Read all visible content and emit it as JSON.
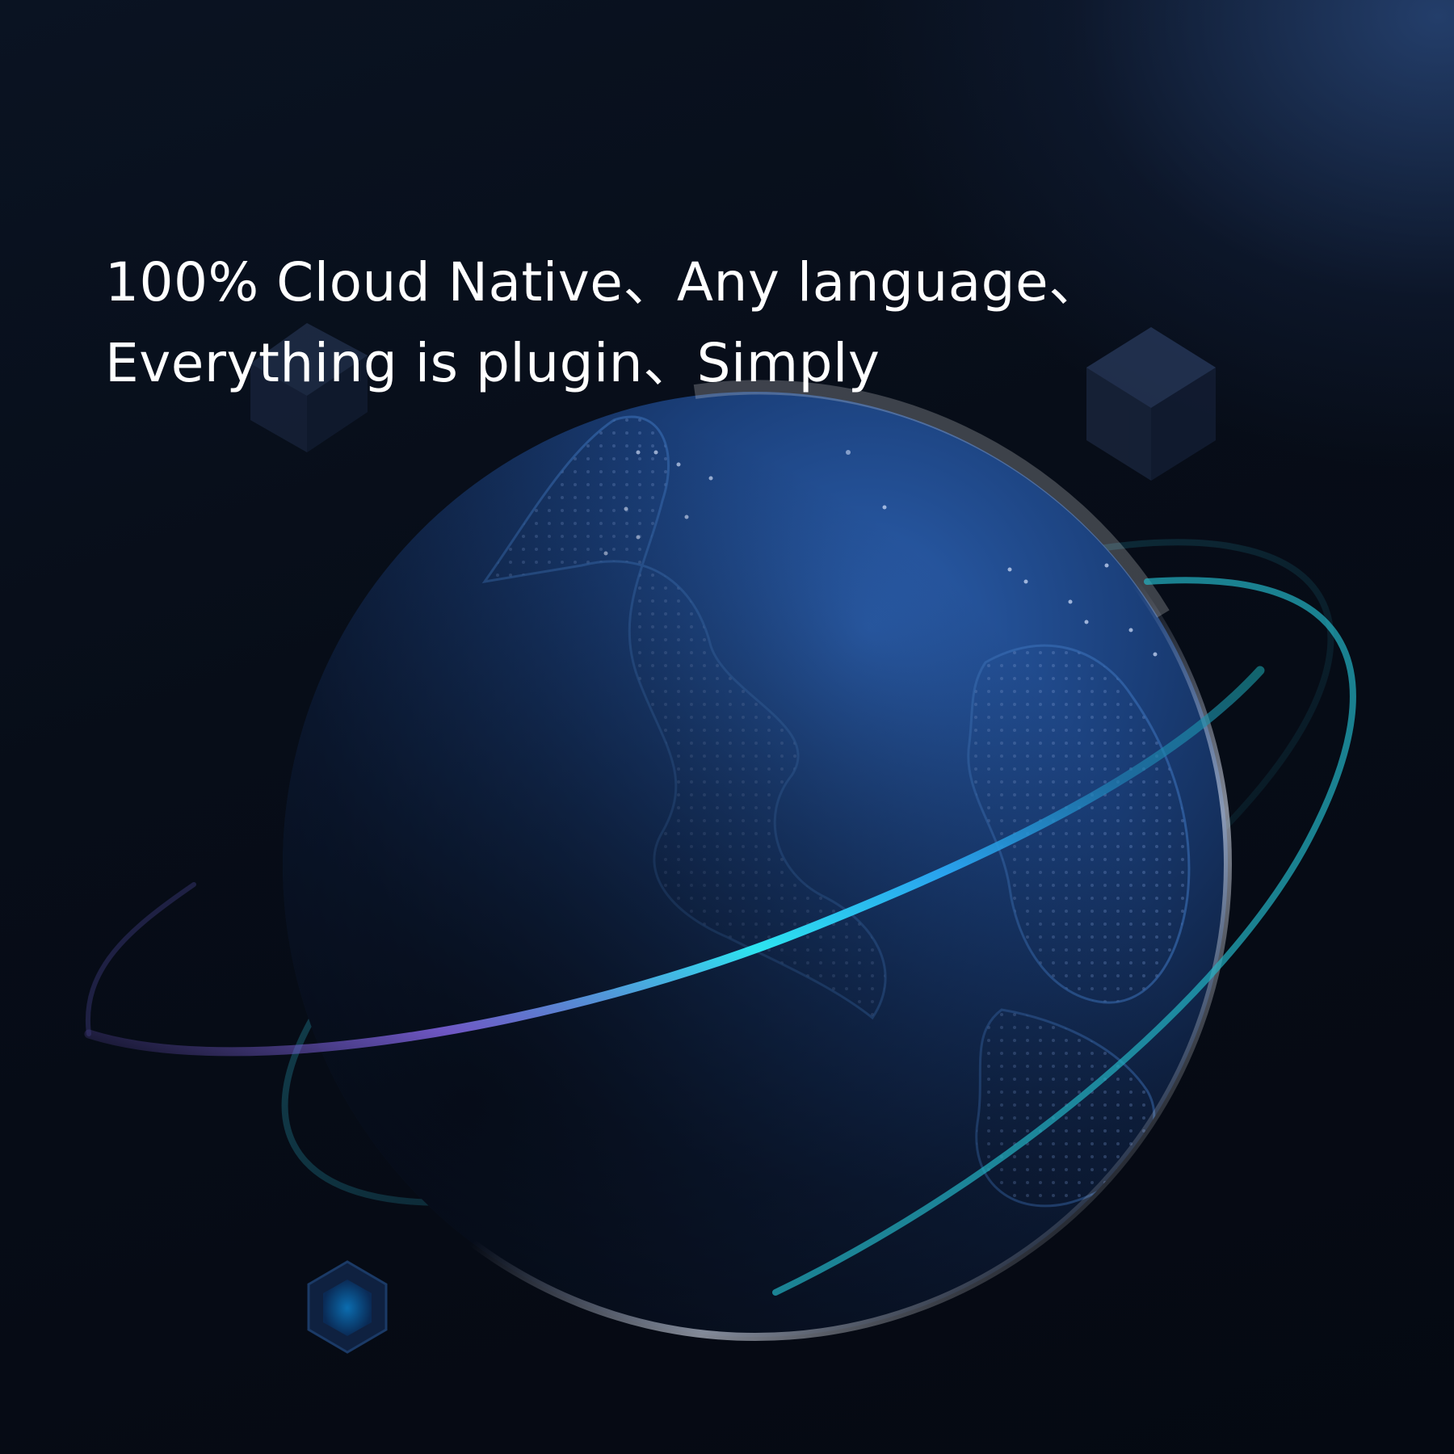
{
  "headline": {
    "line1": "100% Cloud Native、Any language、",
    "line2": "Everything is plugin、Simply"
  },
  "colors": {
    "background": "#060b15",
    "globe_blue": "#1f4b8f",
    "ring_cyan": "#2de4f0",
    "ring_violet": "#7a5fd6",
    "text": "#ffffff"
  },
  "icons": [
    "globe-illustration",
    "orbit-ring",
    "cube-icon"
  ]
}
